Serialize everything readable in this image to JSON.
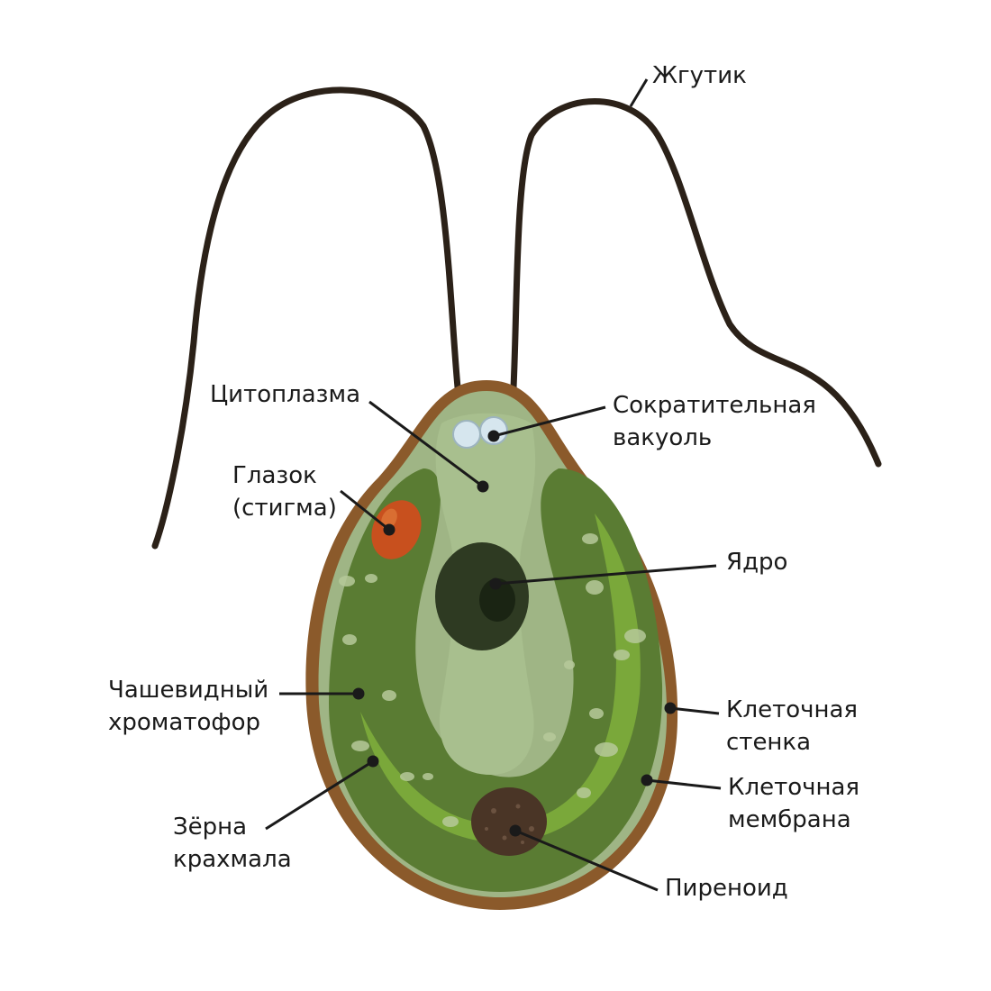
{
  "diagram": {
    "labels": {
      "flagellum": "Жгутик",
      "cytoplasm": "Цитоплазма",
      "contractile_vacuole": [
        "Сократительная",
        "вакуоль"
      ],
      "eyespot": [
        "Глазок",
        "(стигма)"
      ],
      "nucleus": "Ядро",
      "chromatophore": [
        "Чашевидный",
        "хроматофор"
      ],
      "cell_wall": [
        "Клеточная",
        "стенка"
      ],
      "cell_membrane": [
        "Клеточная",
        "мембрана"
      ],
      "starch_grains": [
        "Зёрна",
        "крахмала"
      ],
      "pyrenoid": "Пиреноид"
    },
    "colors": {
      "cell_wall": "#8b5a2b",
      "membrane_zone": "#9fb585",
      "cytoplasm": "#a8bf8e",
      "chromatophore_dark": "#5a7c33",
      "chromatophore_light": "#7aa83a",
      "nucleus": "#2e3a22",
      "eyespot": "#c8501e",
      "vacuole": "#d6e6ee",
      "pyrenoid": "#4a3526",
      "flagellum": "#2b2118"
    }
  }
}
